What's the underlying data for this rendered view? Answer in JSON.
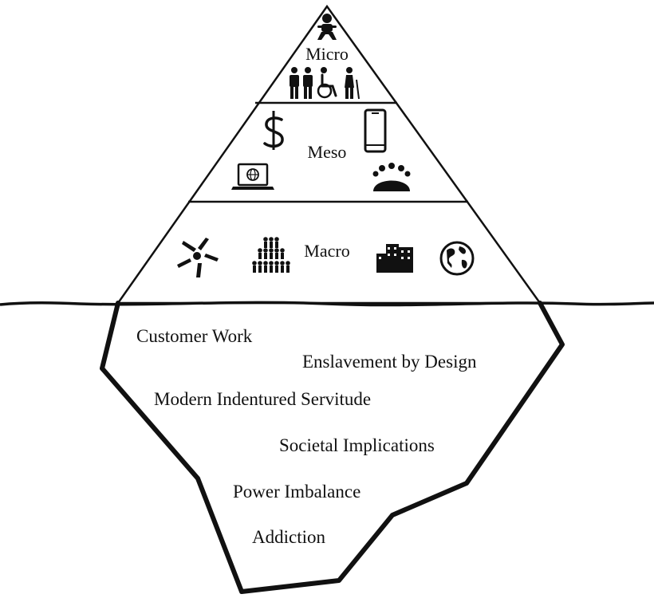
{
  "pyramid": {
    "tiers": [
      {
        "label": "Micro",
        "icons": [
          "baby-icon",
          "man-icon",
          "woman-icon",
          "wheelchair-icon",
          "elderly-person-icon"
        ]
      },
      {
        "label": "Meso",
        "icons": [
          "dollar-icon",
          "smartphone-icon",
          "laptop-globe-icon",
          "meeting-group-icon"
        ]
      },
      {
        "label": "Macro",
        "icons": [
          "joined-hands-icon",
          "crowd-icon",
          "city-buildings-icon",
          "globe-icon"
        ]
      }
    ]
  },
  "iceberg": {
    "items": [
      "Customer Work",
      "Enslavement by Design",
      "Modern Indentured Servitude",
      "Societal Implications",
      "Power Imbalance",
      "Addiction"
    ]
  }
}
